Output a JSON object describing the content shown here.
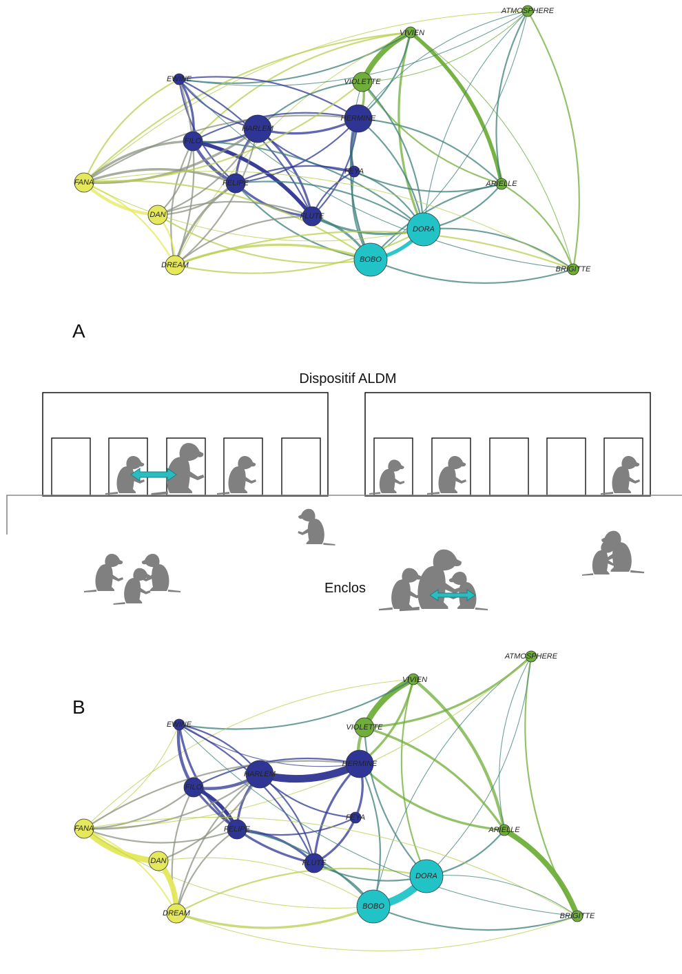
{
  "panel_a": {
    "letter": "A"
  },
  "panel_b": {
    "letter": "B"
  },
  "device": {
    "title": "Dispositif ALDM",
    "enclosure_label": "Enclos"
  },
  "colors": {
    "navy": "#2e3594",
    "yellow": "#e4e85a",
    "green": "#6fae3a",
    "cyan": "#22c3c7",
    "teal": "#3c7f7a",
    "olive": "#b8cf4e",
    "gray": "#8a9180",
    "silhouette": "#808080",
    "arrow": "#2bbcc0"
  },
  "nodes": [
    {
      "id": "ATMOSPHERE",
      "label": "ATMOSPHERE",
      "color": "green",
      "size": 1
    },
    {
      "id": "VIVIEN",
      "label": "VIVIEN",
      "color": "green",
      "size": 1
    },
    {
      "id": "EWINE",
      "label": "EWINE",
      "color": "navy",
      "size": 1
    },
    {
      "id": "VIOLETTE",
      "label": "VIOLETTE",
      "color": "green",
      "size": 2
    },
    {
      "id": "HARLEM",
      "label": "HARLEM",
      "color": "navy",
      "size": 3
    },
    {
      "id": "HERMINE",
      "label": "HERMINE",
      "color": "navy",
      "size": 3
    },
    {
      "id": "FILO",
      "label": "FILO",
      "color": "navy",
      "size": 2
    },
    {
      "id": "FEYA",
      "label": "FEYA",
      "color": "navy",
      "size": 1
    },
    {
      "id": "FANA",
      "label": "FANA",
      "color": "yellow",
      "size": 2
    },
    {
      "id": "FELIPE",
      "label": "FELIPE",
      "color": "navy",
      "size": 2
    },
    {
      "id": "ARIELLE",
      "label": "ARIELLE",
      "color": "green",
      "size": 1
    },
    {
      "id": "DAN",
      "label": "DAN",
      "color": "yellow",
      "size": 2
    },
    {
      "id": "FLUTE",
      "label": "FLUTE",
      "color": "navy",
      "size": 2
    },
    {
      "id": "DORA",
      "label": "DORA",
      "color": "cyan",
      "size": 4
    },
    {
      "id": "DREAM",
      "label": "DREAM",
      "color": "yellow",
      "size": 2
    },
    {
      "id": "BOBO",
      "label": "BOBO",
      "color": "cyan",
      "size": 4
    },
    {
      "id": "BRIGITTE",
      "label": "BRIGITTE",
      "color": "green",
      "size": 1
    }
  ],
  "edges_a": [
    [
      "VIVIEN",
      "VIOLETTE",
      7,
      "green"
    ],
    [
      "VIVIEN",
      "ARIELLE",
      5,
      "green"
    ],
    [
      "VIVIEN",
      "DORA",
      3,
      "green"
    ],
    [
      "VIVIEN",
      "EWINE",
      2,
      "teal"
    ],
    [
      "VIVIEN",
      "FANA",
      2,
      "olive"
    ],
    [
      "VIVIEN",
      "HERMINE",
      2,
      "teal"
    ],
    [
      "VIVIEN",
      "FILO",
      2,
      "olive"
    ],
    [
      "VIVIEN",
      "BRIGITTE",
      1,
      "green"
    ],
    [
      "VIVIEN",
      "DREAM",
      1,
      "olive"
    ],
    [
      "ATMOSPHERE",
      "BRIGITTE",
      2,
      "green"
    ],
    [
      "ATMOSPHERE",
      "ARIELLE",
      2,
      "teal"
    ],
    [
      "ATMOSPHERE",
      "VIOLETTE",
      1,
      "green"
    ],
    [
      "ATMOSPHERE",
      "DORA",
      1,
      "teal"
    ],
    [
      "ATMOSPHERE",
      "EWINE",
      1,
      "teal"
    ],
    [
      "ATMOSPHERE",
      "HERMINE",
      1,
      "teal"
    ],
    [
      "ATMOSPHERE",
      "BOBO",
      1,
      "teal"
    ],
    [
      "ATMOSPHERE",
      "FANA",
      1,
      "olive"
    ],
    [
      "EWINE",
      "FILO",
      3,
      "navy"
    ],
    [
      "EWINE",
      "HARLEM",
      2,
      "navy"
    ],
    [
      "EWINE",
      "HERMINE",
      2,
      "navy"
    ],
    [
      "EWINE",
      "FELIPE",
      2,
      "navy"
    ],
    [
      "EWINE",
      "FLUTE",
      2,
      "navy"
    ],
    [
      "EWINE",
      "FANA",
      2,
      "olive"
    ],
    [
      "EWINE",
      "DREAM",
      2,
      "gray"
    ],
    [
      "HARLEM",
      "HERMINE",
      3,
      "navy"
    ],
    [
      "HARLEM",
      "FILO",
      3,
      "navy"
    ],
    [
      "HARLEM",
      "FELIPE",
      3,
      "navy"
    ],
    [
      "HARLEM",
      "FLUTE",
      3,
      "navy"
    ],
    [
      "HARLEM",
      "FEYA",
      2,
      "navy"
    ],
    [
      "HARLEM",
      "VIOLETTE",
      2,
      "teal"
    ],
    [
      "HERMINE",
      "FEYA",
      3,
      "navy"
    ],
    [
      "HERMINE",
      "FLUTE",
      2,
      "navy"
    ],
    [
      "HERMINE",
      "FILO",
      2,
      "navy"
    ],
    [
      "HERMINE",
      "FELIPE",
      2,
      "navy"
    ],
    [
      "HERMINE",
      "VIOLETTE",
      3,
      "green"
    ],
    [
      "HERMINE",
      "ARIELLE",
      2,
      "teal"
    ],
    [
      "HERMINE",
      "BOBO",
      2,
      "teal"
    ],
    [
      "HERMINE",
      "DORA",
      2,
      "teal"
    ],
    [
      "FILO",
      "FELIPE",
      4,
      "navy"
    ],
    [
      "FILO",
      "FLUTE",
      5,
      "navy"
    ],
    [
      "FILO",
      "FANA",
      3,
      "gray"
    ],
    [
      "FILO",
      "DAN",
      2,
      "gray"
    ],
    [
      "FILO",
      "DREAM",
      2,
      "gray"
    ],
    [
      "FILO",
      "DORA",
      2,
      "teal"
    ],
    [
      "FELIPE",
      "FLUTE",
      3,
      "navy"
    ],
    [
      "FELIPE",
      "FEYA",
      2,
      "navy"
    ],
    [
      "FELIPE",
      "BOBO",
      2,
      "teal"
    ],
    [
      "FELIPE",
      "DORA",
      2,
      "teal"
    ],
    [
      "FELIPE",
      "FANA",
      3,
      "gray"
    ],
    [
      "FELIPE",
      "DAN",
      2,
      "gray"
    ],
    [
      "FELIPE",
      "DREAM",
      3,
      "gray"
    ],
    [
      "FLUTE",
      "BOBO",
      3,
      "teal"
    ],
    [
      "FLUTE",
      "DORA",
      3,
      "teal"
    ],
    [
      "FLUTE",
      "FEYA",
      2,
      "navy"
    ],
    [
      "FEYA",
      "BOBO",
      2,
      "teal"
    ],
    [
      "FEYA",
      "DORA",
      2,
      "teal"
    ],
    [
      "FEYA",
      "ARIELLE",
      2,
      "teal"
    ],
    [
      "DORA",
      "BOBO",
      5,
      "cyan"
    ],
    [
      "DORA",
      "ARIELLE",
      2,
      "teal"
    ],
    [
      "DORA",
      "BRIGITTE",
      2,
      "teal"
    ],
    [
      "BOBO",
      "BRIGITTE",
      2,
      "teal"
    ],
    [
      "BOBO",
      "ARIELLE",
      2,
      "teal"
    ],
    [
      "VIOLETTE",
      "ARIELLE",
      2,
      "green"
    ],
    [
      "VIOLETTE",
      "DORA",
      2,
      "teal"
    ],
    [
      "VIOLETTE",
      "BOBO",
      1,
      "teal"
    ],
    [
      "ARIELLE",
      "BRIGITTE",
      2,
      "green"
    ],
    [
      "FANA",
      "DAN",
      4,
      "yellow"
    ],
    [
      "FANA",
      "DREAM",
      2,
      "yellow"
    ],
    [
      "FANA",
      "HARLEM",
      3,
      "gray"
    ],
    [
      "FANA",
      "HERMINE",
      2,
      "gray"
    ],
    [
      "FANA",
      "VIOLETTE",
      2,
      "olive"
    ],
    [
      "FANA",
      "BOBO",
      2,
      "olive"
    ],
    [
      "FANA",
      "DORA",
      1,
      "olive"
    ],
    [
      "DAN",
      "DREAM",
      2,
      "yellow"
    ],
    [
      "DAN",
      "HARLEM",
      2,
      "gray"
    ],
    [
      "DAN",
      "FLUTE",
      2,
      "gray"
    ],
    [
      "DAN",
      "BOBO",
      2,
      "olive"
    ],
    [
      "DREAM",
      "BOBO",
      3,
      "olive"
    ],
    [
      "DREAM",
      "DORA",
      2,
      "olive"
    ],
    [
      "DREAM",
      "BRIGITTE",
      2,
      "olive"
    ],
    [
      "DREAM",
      "HARLEM",
      2,
      "gray"
    ],
    [
      "DREAM",
      "FLUTE",
      2,
      "gray"
    ],
    [
      "BRIGITTE",
      "FANA",
      1,
      "olive"
    ],
    [
      "BRIGITTE",
      "EWINE",
      1,
      "teal"
    ]
  ],
  "edges_b": [
    [
      "VIVIEN",
      "VIOLETTE",
      8,
      "green"
    ],
    [
      "VIVIEN",
      "ARIELLE",
      4,
      "green"
    ],
    [
      "VIVIEN",
      "DORA",
      2,
      "green"
    ],
    [
      "VIVIEN",
      "EWINE",
      2,
      "teal"
    ],
    [
      "VIVIEN",
      "FANA",
      1,
      "olive"
    ],
    [
      "VIVIEN",
      "HERMINE",
      3,
      "green"
    ],
    [
      "ATMOSPHERE",
      "BRIGITTE",
      2,
      "green"
    ],
    [
      "ATMOSPHERE",
      "VIOLETTE",
      3,
      "green"
    ],
    [
      "ATMOSPHERE",
      "ARIELLE",
      1,
      "teal"
    ],
    [
      "ATMOSPHERE",
      "DORA",
      1,
      "teal"
    ],
    [
      "ATMOSPHERE",
      "BOBO",
      1,
      "teal"
    ],
    [
      "ATMOSPHERE",
      "FANA",
      1,
      "olive"
    ],
    [
      "EWINE",
      "FILO",
      4,
      "navy"
    ],
    [
      "EWINE",
      "HARLEM",
      2,
      "navy"
    ],
    [
      "EWINE",
      "FELIPE",
      3,
      "navy"
    ],
    [
      "EWINE",
      "FLUTE",
      2,
      "navy"
    ],
    [
      "EWINE",
      "HERMINE",
      1,
      "navy"
    ],
    [
      "EWINE",
      "FANA",
      1,
      "olive"
    ],
    [
      "HARLEM",
      "HERMINE",
      10,
      "navy"
    ],
    [
      "HARLEM",
      "FILO",
      4,
      "navy"
    ],
    [
      "HARLEM",
      "FELIPE",
      3,
      "navy"
    ],
    [
      "HARLEM",
      "FLUTE",
      2,
      "navy"
    ],
    [
      "HARLEM",
      "FEYA",
      2,
      "navy"
    ],
    [
      "HERMINE",
      "FEYA",
      3,
      "navy"
    ],
    [
      "HERMINE",
      "FLUTE",
      3,
      "navy"
    ],
    [
      "HERMINE",
      "VIOLETTE",
      4,
      "green"
    ],
    [
      "HERMINE",
      "ARIELLE",
      3,
      "green"
    ],
    [
      "HERMINE",
      "BOBO",
      2,
      "teal"
    ],
    [
      "HERMINE",
      "FILO",
      2,
      "navy"
    ],
    [
      "FILO",
      "FELIPE",
      5,
      "navy"
    ],
    [
      "FILO",
      "FLUTE",
      3,
      "navy"
    ],
    [
      "FILO",
      "FANA",
      2,
      "gray"
    ],
    [
      "FILO",
      "DREAM",
      2,
      "gray"
    ],
    [
      "FELIPE",
      "FLUTE",
      3,
      "navy"
    ],
    [
      "FELIPE",
      "FEYA",
      2,
      "navy"
    ],
    [
      "FELIPE",
      "BOBO",
      2,
      "teal"
    ],
    [
      "FELIPE",
      "DREAM",
      2,
      "gray"
    ],
    [
      "FELIPE",
      "FANA",
      2,
      "gray"
    ],
    [
      "FLUTE",
      "FEYA",
      3,
      "navy"
    ],
    [
      "FLUTE",
      "BOBO",
      2,
      "teal"
    ],
    [
      "FLUTE",
      "DORA",
      2,
      "teal"
    ],
    [
      "DORA",
      "BOBO",
      10,
      "cyan"
    ],
    [
      "DORA",
      "ARIELLE",
      2,
      "teal"
    ],
    [
      "DORA",
      "BRIGITTE",
      1,
      "teal"
    ],
    [
      "BOBO",
      "BRIGITTE",
      2,
      "teal"
    ],
    [
      "VIOLETTE",
      "ARIELLE",
      3,
      "green"
    ],
    [
      "VIOLETTE",
      "DORA",
      2,
      "teal"
    ],
    [
      "ARIELLE",
      "BRIGITTE",
      7,
      "green"
    ],
    [
      "FANA",
      "DAN",
      8,
      "yellow"
    ],
    [
      "FANA",
      "DREAM",
      2,
      "yellow"
    ],
    [
      "FANA",
      "HARLEM",
      2,
      "gray"
    ],
    [
      "FANA",
      "HERMINE",
      2,
      "gray"
    ],
    [
      "FANA",
      "BOBO",
      1,
      "olive"
    ],
    [
      "DAN",
      "DREAM",
      7,
      "yellow"
    ],
    [
      "DAN",
      "HARLEM",
      2,
      "gray"
    ],
    [
      "DAN",
      "BOBO",
      1,
      "olive"
    ],
    [
      "DREAM",
      "BOBO",
      3,
      "olive"
    ],
    [
      "DREAM",
      "DORA",
      2,
      "olive"
    ],
    [
      "DREAM",
      "BRIGITTE",
      1,
      "olive"
    ],
    [
      "DREAM",
      "HARLEM",
      2,
      "gray"
    ],
    [
      "BRIGITTE",
      "FANA",
      1,
      "olive"
    ],
    [
      "BRIGITTE",
      "EWINE",
      1,
      "teal"
    ]
  ]
}
